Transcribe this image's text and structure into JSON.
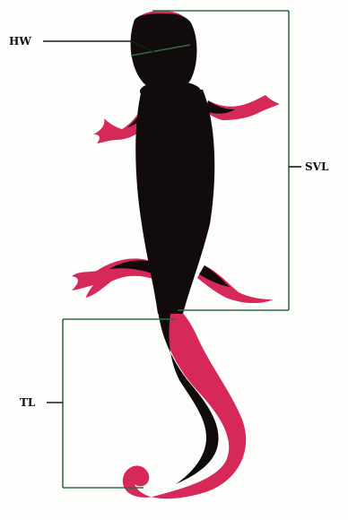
{
  "labels": {
    "head_width": "HW",
    "snout_vent_length": "SVL",
    "tail_length": "TL"
  },
  "colors": {
    "body": "#120b0c",
    "underside": "#d7285a",
    "measure_line": "#2f6b4c",
    "leader_line": "#1a1a1a",
    "background": "#fdfdfb"
  },
  "subject": "salamander-dorsal-view"
}
